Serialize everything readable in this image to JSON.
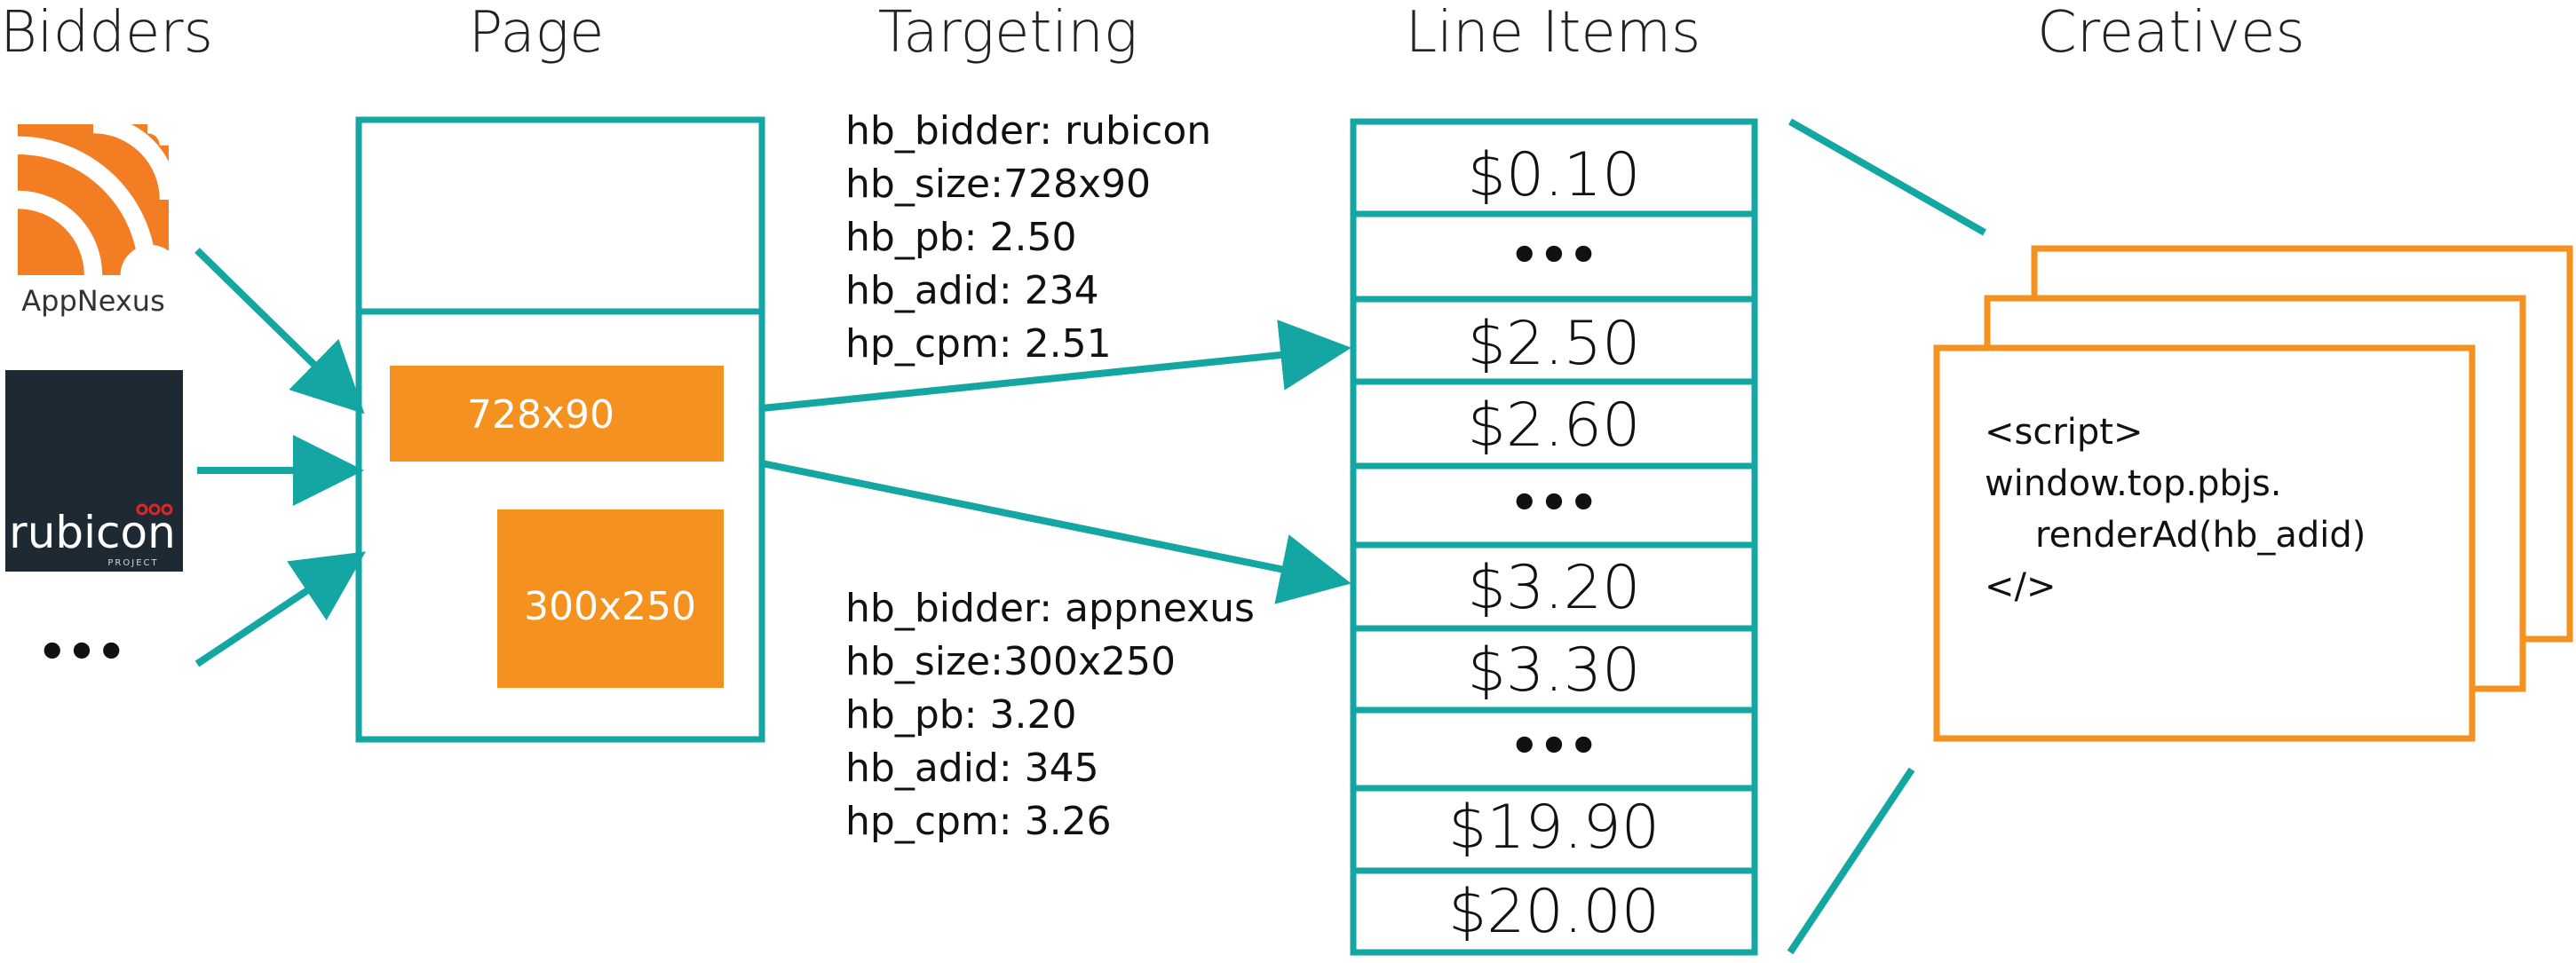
{
  "columns": {
    "bidders": "Bidders",
    "page": "Page",
    "targeting": "Targeting",
    "line_items": "Line Items",
    "creatives": "Creatives"
  },
  "bidders": {
    "appnexus_label": "AppNexus",
    "rubicon_label": "rubicon",
    "rubicon_sub": "PROJECT",
    "more": "•••"
  },
  "page_slots": {
    "leaderboard": "728x90",
    "rectangle": "300x250"
  },
  "targeting_top": [
    "hb_bidder: rubicon",
    "hb_size:728x90",
    "hb_pb: 2.50",
    "hb_adid: 234",
    "hp_cpm: 2.51"
  ],
  "targeting_bottom": [
    "hb_bidder: appnexus",
    "hb_size:300x250",
    "hb_pb: 3.20",
    "hb_adid: 345",
    "hp_cpm: 3.26"
  ],
  "line_items": [
    "$0.10",
    "•••",
    "$2.50",
    "$2.60",
    "•••",
    "$3.20",
    "$3.30",
    "•••",
    "$19.90",
    "$20.00"
  ],
  "creative_code": [
    "<script>",
    "window.top.pbjs.",
    "renderAd(hb_adid)",
    "</>"
  ],
  "colors": {
    "teal": "#14a6a2",
    "orange": "#f5911e",
    "appnexus_orange": "#f37d22",
    "rubicon_bg": "#1e2a33",
    "rubicon_red": "#e0242b"
  }
}
